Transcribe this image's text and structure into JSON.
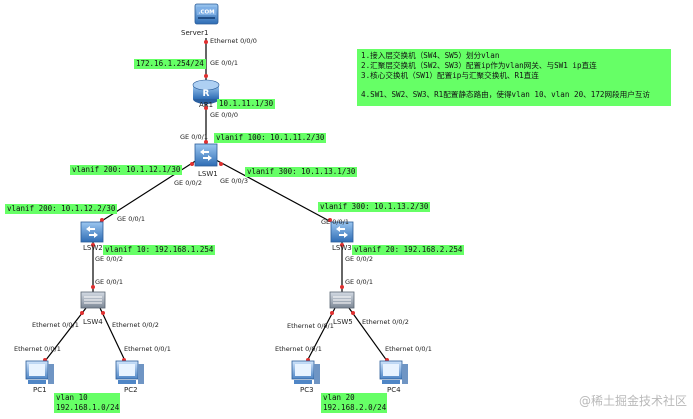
{
  "devices": {
    "server": "Server1",
    "router": "AR1",
    "lsw1": "LSW1",
    "lsw2": "LSW2",
    "lsw3": "LSW3",
    "lsw4": "LSW4",
    "lsw5": "LSW5",
    "pc1": "PC1",
    "pc2": "PC2",
    "pc3": "PC3",
    "pc4": "PC4",
    "server_badge": ".COM"
  },
  "ports": {
    "server_eth": "Ethernet 0/0/0",
    "ar_g001": "GE 0/0/1",
    "ar_g000": "GE 0/0/0",
    "lsw1_up": "GE 0/0/1",
    "lsw1_left": "GE 0/0/2",
    "lsw1_right": "GE 0/0/3",
    "lsw2_up": "GE 0/0/1",
    "lsw2_down": "GE 0/0/2",
    "lsw3_up": "GE 0/0/1",
    "lsw3_down": "GE 0/0/2",
    "lsw4_up": "GE 0/0/1",
    "lsw5_up": "GE 0/0/1",
    "lsw4_e1": "Ethernet 0/0/1",
    "lsw4_e2": "Ethernet 0/0/2",
    "lsw5_e1": "Ethernet 0/0/1",
    "lsw5_e2": "Ethernet 0/0/2",
    "pc1_eth": "Ethernet 0/0/1",
    "pc2_eth": "Ethernet 0/0/1",
    "pc3_eth": "Ethernet 0/0/1",
    "pc4_eth": "Ethernet 0/0/1"
  },
  "labels": {
    "server_ip": "172.16.1.254/24",
    "ar_ip": "10.1.11.1/30",
    "lsw1_vlanif100": "vlanif 100: 10.1.11.2/30",
    "lsw1_vlanif200": "vlanif 200: 10.1.12.1/30",
    "lsw1_vlanif300": "vlanif 300: 10.1.13.1/30",
    "lsw2_vlanif200": "vlanif 200: 10.1.12.2/30",
    "lsw2_vlanif10": "vlanif 10: 192.168.1.254",
    "lsw3_vlanif300": "vlanif 300: 10.1.13.2/30",
    "lsw3_vlanif20": "vlanif 20: 192.168.2.254",
    "vlan10_name": "vlan 10",
    "vlan10_net": "192.168.1.0/24",
    "vlan20_name": "vlan 20",
    "vlan20_net": "192.168.2.0/24"
  },
  "notes": [
    "1.接入层交换机（SW4、SW5）划分vlan",
    "2.汇聚层交换机（SW2、SW3）配置ip作为vlan网关、与SW1 ip直连",
    "3.核心交换机（SW1）配置ip与汇聚交换机、R1直连",
    "4.SW1、SW2、SW3、R1配置静态路由，使得vlan 10、vlan 20、172网段用户互访"
  ],
  "watermark": "@稀土掘金技术社区",
  "colors": {
    "label_bg": "#66ff66",
    "link": "#000000",
    "port_dot": "#e03030",
    "device_blue": "#3f7fc8",
    "server_blue": "#5d8fc8"
  }
}
